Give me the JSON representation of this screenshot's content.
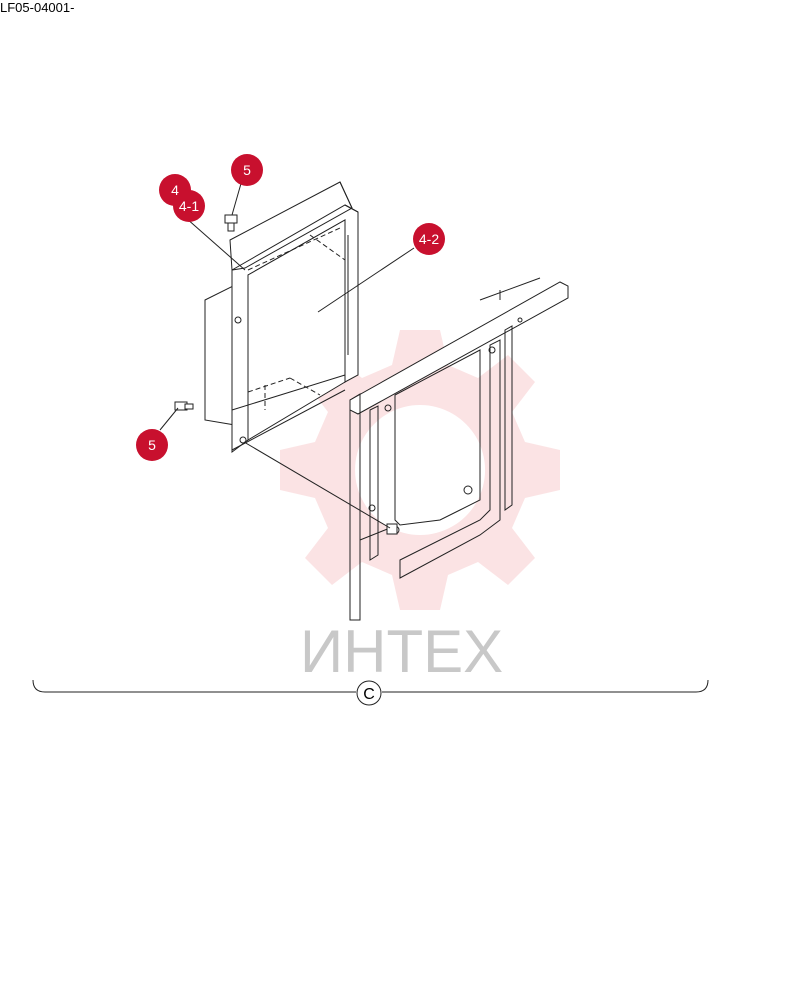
{
  "document": {
    "code": "LF05-04001-"
  },
  "callouts": [
    {
      "id": "c4",
      "label": "4"
    },
    {
      "id": "c41",
      "label": "4-1"
    },
    {
      "id": "c5top",
      "label": "5"
    },
    {
      "id": "c42",
      "label": "4-2"
    },
    {
      "id": "c5bottom",
      "label": "5"
    }
  ],
  "section_marker": {
    "label": "C"
  },
  "watermark": {
    "text": "ИНТЕХ",
    "color": "#e0242f"
  },
  "colors": {
    "callout": "#c8102e",
    "line": "#222222"
  }
}
